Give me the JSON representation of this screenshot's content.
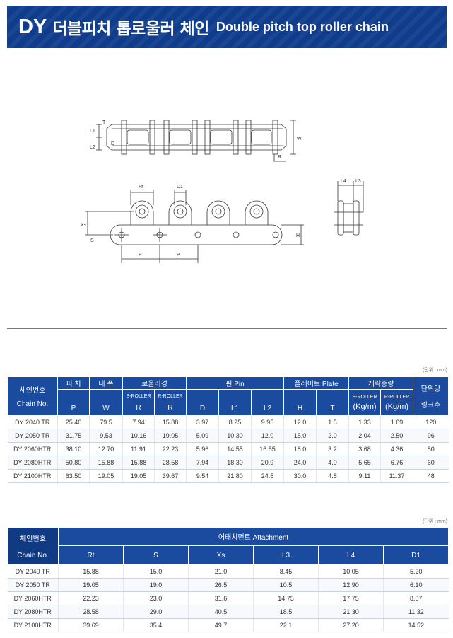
{
  "header": {
    "code": "DY",
    "title_kr": "더블피치 톱로울러 체인",
    "title_en": "Double pitch top roller chain"
  },
  "drawing": {
    "top_view_labels": [
      "L1",
      "L2",
      "T",
      "W",
      "D",
      "R"
    ],
    "side_view_labels": [
      "Rt",
      "D1",
      "Xs",
      "S",
      "P",
      "P",
      "H"
    ],
    "end_view_labels": [
      "L4",
      "L3"
    ]
  },
  "unit_note": "(단위 : mm)",
  "spec_table": {
    "headers": {
      "chain_kr": "체인번호",
      "chain_en": "Chain No.",
      "pitch_kr": "피 치",
      "pitch_sym": "P",
      "width_kr": "내 폭",
      "width_sym": "W",
      "roller_kr": "로울러경",
      "s_roller": "S-ROLLER",
      "r_roller": "R-ROLLER",
      "roller_sym_s": "R",
      "roller_sym_r": "R",
      "pin": "핀 Pin",
      "pin_d": "D",
      "pin_l1": "L1",
      "pin_l2": "L2",
      "plate": "플레이트 Plate",
      "plate_h": "H",
      "plate_t": "T",
      "weight_kr": "개략중량",
      "weight_s": "S-ROLLER",
      "weight_r": "R-ROLLER",
      "weight_unit_s": "(Kg/m)",
      "weight_unit_r": "(Kg/m)",
      "unit_kr": "단위당",
      "links_kr": "링크수"
    },
    "rows": [
      [
        "DY 2040 TR",
        "25.40",
        "79.5",
        "7.94",
        "15.88",
        "3.97",
        "8.25",
        "9.95",
        "12.0",
        "1.5",
        "1.33",
        "1.69",
        "120"
      ],
      [
        "DY 2050 TR",
        "31.75",
        "9.53",
        "10.16",
        "19.05",
        "5.09",
        "10.30",
        "12.0",
        "15.0",
        "2.0",
        "2.04",
        "2.50",
        "96"
      ],
      [
        "DY 2060HTR",
        "38.10",
        "12.70",
        "11.91",
        "22.23",
        "5.96",
        "14.55",
        "16.55",
        "18.0",
        "3.2",
        "3.68",
        "4.36",
        "80"
      ],
      [
        "DY 2080HTR",
        "50.80",
        "15.88",
        "15.88",
        "28.58",
        "7.94",
        "18.30",
        "20.9",
        "24.0",
        "4.0",
        "5.65",
        "6.76",
        "60"
      ],
      [
        "DY 2100HTR",
        "63.50",
        "19.05",
        "19.05",
        "39.67",
        "9.54",
        "21.80",
        "24.5",
        "30.0",
        "4.8",
        "9.11",
        "11.37",
        "48"
      ]
    ]
  },
  "unit_note_2": "(단위 : mm)",
  "attach_table": {
    "headers": {
      "chain_kr": "체인번호",
      "chain_en": "Chain No.",
      "attachment": "어태치먼트   Attachment",
      "cols": [
        "Rt",
        "S",
        "Xs",
        "L3",
        "L4",
        "D1"
      ]
    },
    "rows": [
      [
        "DY 2040 TR",
        "15.88",
        "15.0",
        "21.0",
        "8.45",
        "10.05",
        "5.20"
      ],
      [
        "DY 2050 TR",
        "19.05",
        "19.0",
        "26.5",
        "10.5",
        "12.90",
        "6.10"
      ],
      [
        "DY 2060HTR",
        "22.23",
        "23.0",
        "31.6",
        "14.75",
        "17.75",
        "8.07"
      ],
      [
        "DY 2080HTR",
        "28.58",
        "29.0",
        "40.5",
        "18.5",
        "21.30",
        "11.32"
      ],
      [
        "DY 2100HTR",
        "39.69",
        "35.4",
        "49.7",
        "22.1",
        "27.20",
        "14.52"
      ]
    ]
  }
}
